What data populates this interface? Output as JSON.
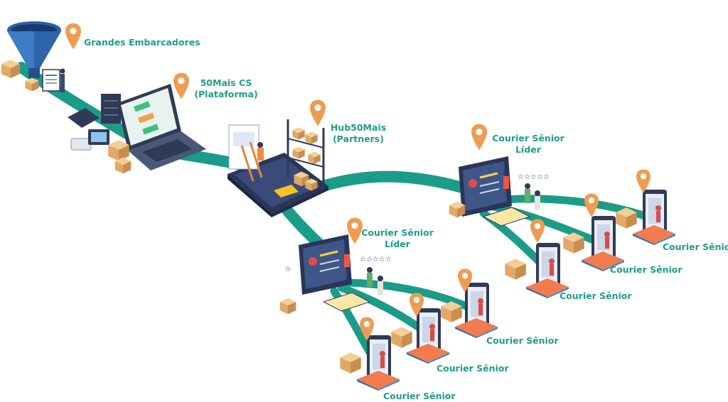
{
  "colors": {
    "path": "#1a9c89",
    "label": "#1f9c88",
    "pin": "#ef9b50",
    "screen": "#2a3558",
    "box": "#e7b777"
  },
  "nodes": {
    "shippers": {
      "label": "Grandes Embarcadores",
      "icon": "funnel-icon"
    },
    "platform": {
      "line1": "50Mais CS",
      "line2": "(Plataforma)",
      "icon": "laptop-icon"
    },
    "hub": {
      "line1": "Hub50Mais",
      "line2": "(Partners)",
      "icon": "tablet-warehouse-icon"
    },
    "leader_right": {
      "line1": "Courier Sênior",
      "line2": "Líder",
      "icon": "monitor-review-icon"
    },
    "leader_left": {
      "line1": "Courier Sênior",
      "line2": "Líder",
      "icon": "monitor-review-icon"
    },
    "right_couriers": [
      {
        "label": "Courier Sênior"
      },
      {
        "label": "Courier Sênior"
      },
      {
        "label": "Courier Sênior"
      }
    ],
    "left_couriers": [
      {
        "label": "Courier Sênior"
      },
      {
        "label": "Courier Sênior"
      },
      {
        "label": "Courier Sênior"
      }
    ]
  }
}
